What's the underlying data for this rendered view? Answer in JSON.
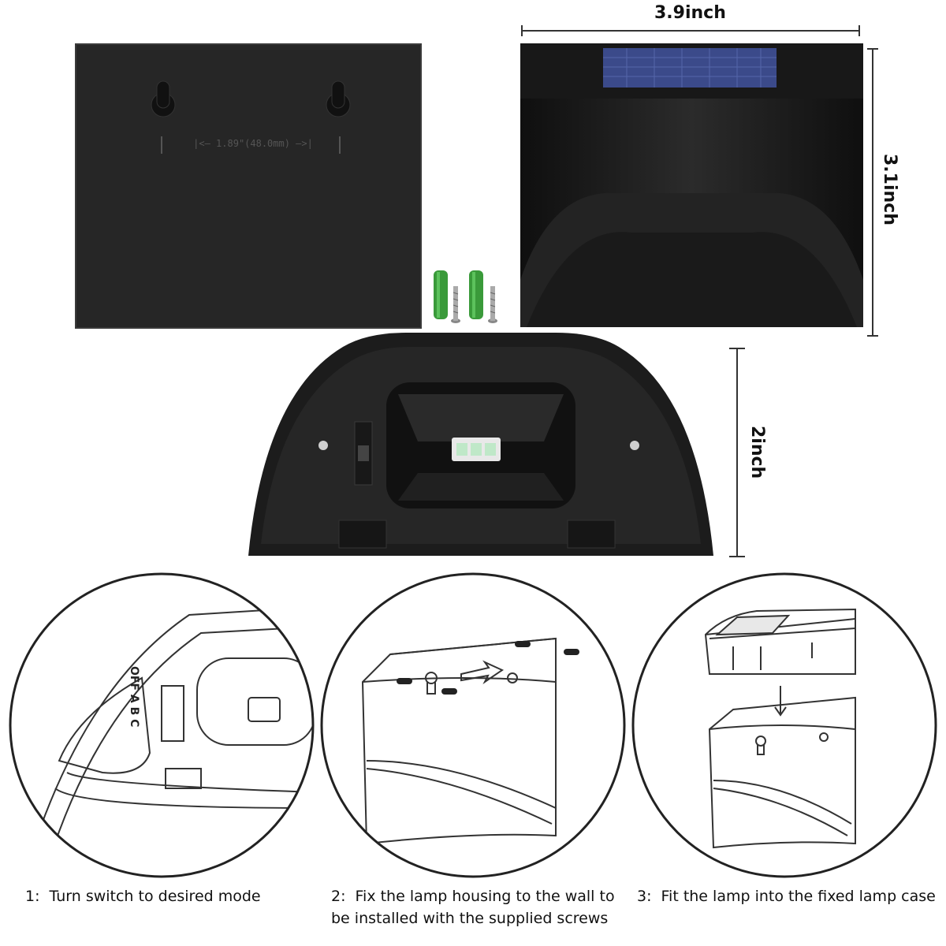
{
  "dimensions": {
    "width": "3.9inch",
    "height": "3.1inch",
    "depth": "2inch"
  },
  "back_plate": {
    "engraving": "|<— 1.89\"(48.0mm) —>|"
  },
  "switch": {
    "off": "OFF",
    "a": "A",
    "b": "B",
    "c": "C"
  },
  "steps": [
    {
      "number": "1:",
      "text": "Turn switch to desired mode"
    },
    {
      "number": "2:",
      "text": "Fix the lamp housing to the wall to be installed with the supplied screws"
    },
    {
      "number": "3:",
      "text": "Fit the lamp into the fixed lamp case"
    }
  ],
  "colors": {
    "product": "#1c1c1c",
    "anchor": "#3a9a3a",
    "solar": "#3b4a8a"
  }
}
